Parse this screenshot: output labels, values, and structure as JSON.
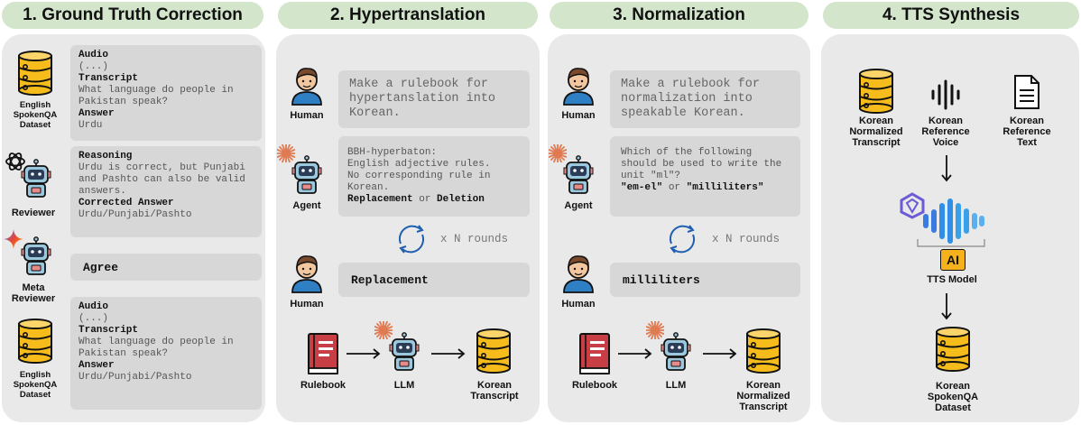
{
  "headers": {
    "s1": "1. Ground Truth Correction",
    "s2": "2. Hypertranslation",
    "s3": "3. Normalization",
    "s4": "4. TTS Synthesis"
  },
  "s1": {
    "dataset_top_label": "English SpokenQA Dataset",
    "box1": {
      "audio_h": "Audio",
      "audio_v": "(...)",
      "transcript_h": "Transcript",
      "transcript_v": "What language do people in Pakistan speak?",
      "answer_h": "Answer",
      "answer_v": "Urdu"
    },
    "reviewer_label": "Reviewer",
    "box2": {
      "reasoning_h": "Reasoning",
      "reasoning_v": "Urdu is correct, but Punjabi and Pashto can also be valid answers.",
      "corrected_h": "Corrected Answer",
      "corrected_v": "Urdu/Punjabi/Pashto"
    },
    "meta_label": "Meta Reviewer",
    "agree": "Agree",
    "dataset_bottom_label": "English SpokenQA Dataset",
    "box3": {
      "audio_h": "Audio",
      "audio_v": "(...)",
      "transcript_h": "Transcript",
      "transcript_v": "What language do people in Pakistan speak?",
      "answer_h": "Answer",
      "answer_v": "Urdu/Punjabi/Pashto"
    }
  },
  "s2": {
    "human_label": "Human",
    "prompt": "Make a rulebook for hypertanslation into Korean.",
    "agent_label": "Agent",
    "agent_l1": "BBH-hyperbaton:",
    "agent_l2": "English adjective rules.",
    "agent_l3": "No corresponding rule in",
    "agent_l4": "Korean.",
    "opt1": "Replacement",
    "or_word": "or",
    "opt2": "Deletion",
    "rounds": "x N rounds",
    "human2_label": "Human",
    "reply": "Replacement",
    "rulebook_label": "Rulebook",
    "llm_label": "LLM",
    "output_label": "Korean Transcript"
  },
  "s3": {
    "human_label": "Human",
    "prompt": "Make a rulebook for normalization into speakable Korean.",
    "agent_label": "Agent",
    "agent_q": "Which of the following should be used to write the unit \"ml\"?",
    "opt1": "\"em-el\"",
    "or_word": "or",
    "opt2": "\"milliliters\"",
    "rounds": "x N rounds",
    "human2_label": "Human",
    "reply": "milliliters",
    "rulebook_label": "Rulebook",
    "llm_label": "LLM",
    "output_label": "Korean Normalized Transcript"
  },
  "s4": {
    "in1": "Korean Normalized Transcript",
    "in2": "Korean Reference Voice",
    "in3": "Korean Reference Text",
    "ai_badge": "AI",
    "model_label": "TTS Model",
    "out_label": "Korean SpokenQA Dataset"
  },
  "colors": {
    "header_bg": "#d3e6cc",
    "panel_bg": "#e9e9e9",
    "box_bg": "#d7d7d7",
    "db_gold": "#f5bc1c",
    "robot_blue": "#9cc8de",
    "person_blue": "#2f7fc5",
    "book_red": "#c73f45"
  }
}
